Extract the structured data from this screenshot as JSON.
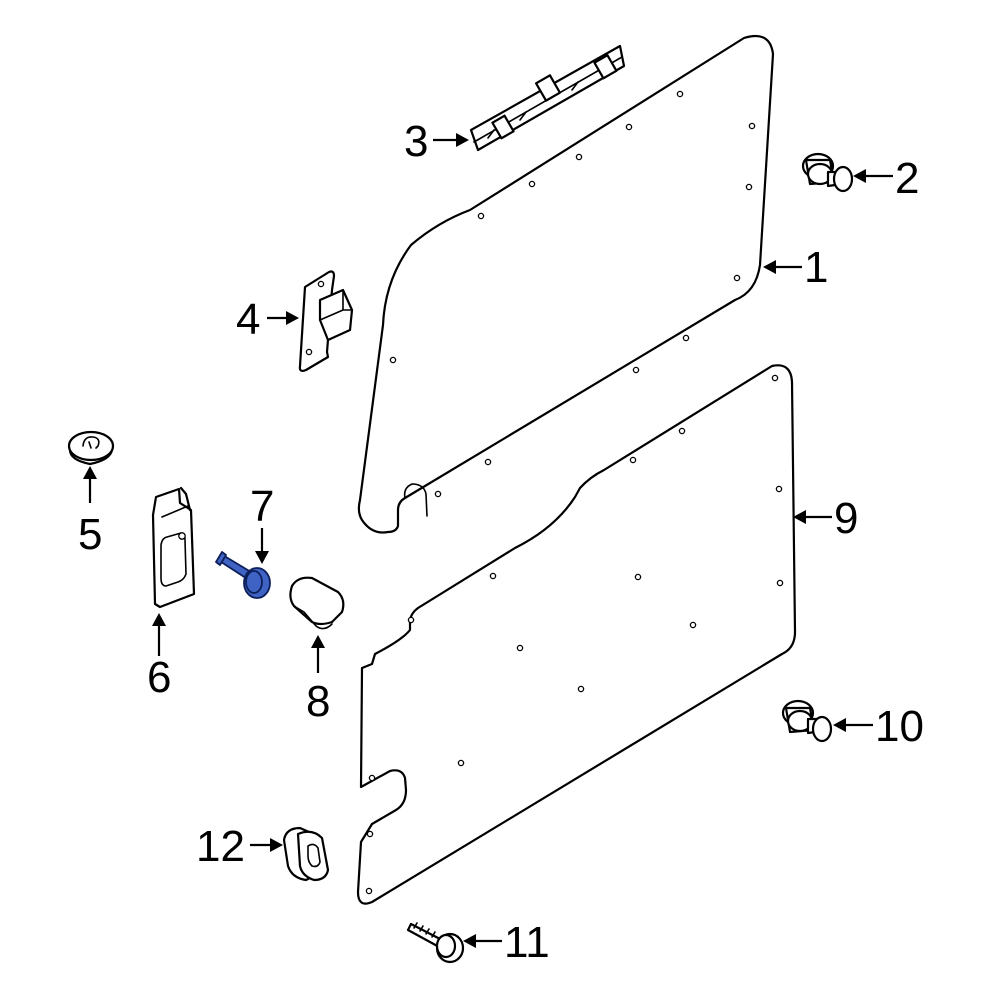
{
  "callouts": [
    {
      "id": "1",
      "label": "1"
    },
    {
      "id": "2",
      "label": "2"
    },
    {
      "id": "3",
      "label": "3"
    },
    {
      "id": "4",
      "label": "4"
    },
    {
      "id": "5",
      "label": "5"
    },
    {
      "id": "6",
      "label": "6"
    },
    {
      "id": "7",
      "label": "7"
    },
    {
      "id": "8",
      "label": "8"
    },
    {
      "id": "9",
      "label": "9"
    },
    {
      "id": "10",
      "label": "10"
    },
    {
      "id": "11",
      "label": "11"
    },
    {
      "id": "12",
      "label": "12"
    }
  ],
  "highlight_part": "7",
  "colors": {
    "line": "#000000",
    "background": "#ffffff",
    "highlight": "#3f63c4"
  }
}
